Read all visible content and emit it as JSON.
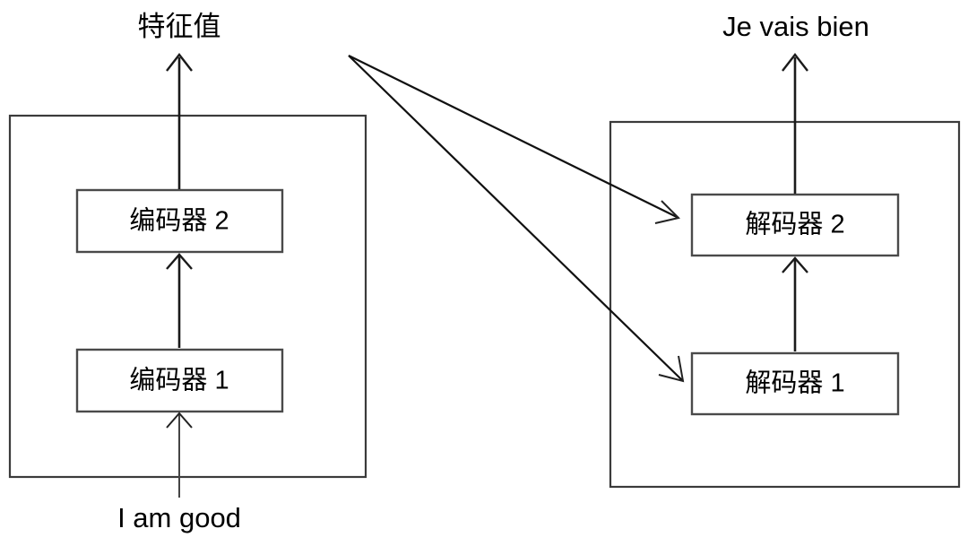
{
  "diagram": {
    "title_visible": false,
    "background_color": "#ffffff",
    "line_color": "#000000",
    "box_fill": "#ffffff",
    "encoder_group": {
      "name": "encoder-stack",
      "input_label": "I am good",
      "output_label": "特征值",
      "blocks": [
        {
          "label": "编码器 1",
          "order": 1
        },
        {
          "label": "编码器 2",
          "order": 2
        }
      ]
    },
    "decoder_group": {
      "name": "decoder-stack",
      "output_label": "Je vais bien",
      "blocks": [
        {
          "label": "解码器 1",
          "order": 1
        },
        {
          "label": "解码器 2",
          "order": 2
        }
      ]
    },
    "connections": [
      {
        "from": "feature-vector",
        "to": "解码器 2",
        "style": "arrow"
      },
      {
        "from": "feature-vector",
        "to": "解码器 1",
        "style": "arrow"
      }
    ]
  }
}
